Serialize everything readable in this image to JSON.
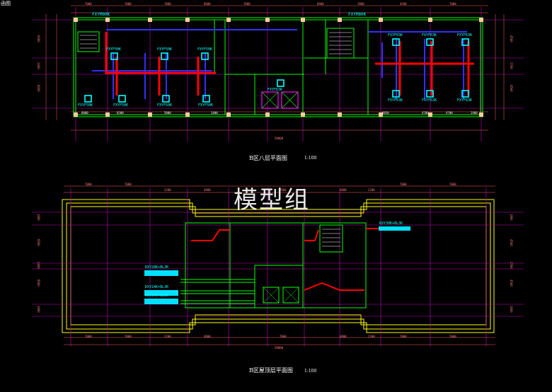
{
  "corner_label": "函图",
  "watermark": "模型组",
  "top_plan": {
    "title": "B区八层平面图",
    "scale": "1:100",
    "top_dims": [
      "7000",
      "7000",
      "7000",
      "8600",
      "7000",
      "8900",
      "7000",
      "4500",
      "7000"
    ],
    "bottom_dims": [
      "6000",
      "6500",
      "5000",
      "2400",
      "8850",
      "4700",
      "4700",
      "2400"
    ],
    "total_dim": "58000",
    "left_dims": [
      "6000",
      "2400",
      "6000"
    ],
    "right_dims": [
      "4500",
      "2700",
      "4500"
    ],
    "units": {
      "top_left": "FXYM80K",
      "top_right": "FXYM80K",
      "left_row1": [
        "FXYF50K",
        "FXYF50K",
        "FXYF50K"
      ],
      "left_row2": [
        "FXYF50K",
        "FXYF50K",
        "FXYF50K",
        "FXYF50K"
      ],
      "right_row1": [
        "FXYF63K",
        "FXYF63K",
        "FXYF63K"
      ],
      "right_row2": [
        "FXYF63K",
        "FXYF63K",
        "FXYF63K"
      ],
      "center": "FXYF63K"
    }
  },
  "bottom_plan": {
    "title": "B区屋顶层平面图",
    "scale": "1:100",
    "top_dims": [
      "7000",
      "7000",
      "2200",
      "4800",
      "7000",
      "4800",
      "2200",
      "7000",
      "7000"
    ],
    "bottom_dims": [
      "7000",
      "7000",
      "2200",
      "4800",
      "7000",
      "4800",
      "2200",
      "7000",
      "7000"
    ],
    "total_dim": "58000",
    "left_dims": [
      "1800",
      "6000",
      "2400",
      "6000",
      "1800"
    ],
    "right_dims": [
      "1800",
      "4500",
      "2700",
      "4500",
      "1800"
    ],
    "outdoor_units": [
      "RXY30K+BL3K",
      "RXY28K+BL3K",
      "RXY24K+BL3K",
      "RXY24K+BL3K"
    ]
  },
  "colors": {
    "wall": "#00ff00",
    "grid": "#ff00ff",
    "pipe_red": "#ff0000",
    "pipe_blue": "#3030ff",
    "cyan": "#00ffff",
    "yellow": "#ffff00",
    "dim": "#ff6060"
  }
}
